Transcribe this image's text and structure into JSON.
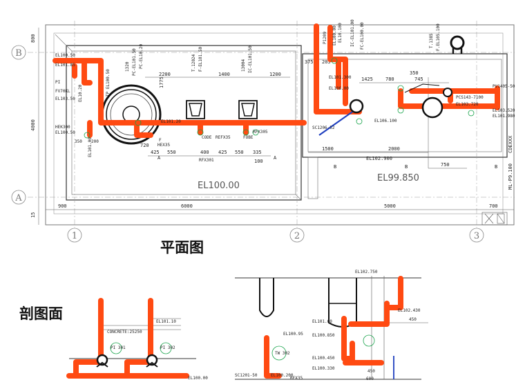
{
  "plan": {
    "title": "平面图",
    "floor_left": "EL100.00",
    "floor_right": "EL99.850",
    "axis_rows": [
      "B",
      "A"
    ],
    "axis_cols": [
      "1",
      "2",
      "3"
    ],
    "dims_bottom": [
      "900",
      "6000",
      "5000",
      "700"
    ],
    "dims_left": [
      "800",
      "4000",
      "15"
    ],
    "dims_top": [
      "2200",
      "1400",
      "1200",
      "375",
      "205",
      "1425",
      "780",
      "350",
      "745"
    ],
    "dims_inner": [
      "1775",
      "425",
      "550",
      "400",
      "425",
      "550",
      "335",
      "100",
      "720",
      "1500",
      "2000",
      "750"
    ],
    "labels": [
      "EL100.50",
      "EL101.85",
      "PI",
      "FV70KL",
      "EL103.50",
      "HEK300",
      "EL100.50",
      "350",
      "200",
      "EL101.20",
      "EL101.300",
      "EL106.00",
      "EL106.100",
      "EL102.900",
      "PCS143-7100",
      "EL103.720",
      "PV1405-50",
      "EL101.980",
      "EL103.520",
      "SC1206-52",
      "RFX305",
      "RFX301",
      "CODE",
      "REFX35",
      "FOBE",
      "F",
      "HEX35",
      "ML-P9.100",
      "CDEXXX",
      "A",
      "B",
      "B",
      "B"
    ],
    "vert_labels": [
      "EL10.20",
      "TP EL100.50",
      "EL101.00",
      "PC-EL101.50",
      "1320",
      "PC-EL10.20",
      "T.12024",
      "F-EL101.50",
      "13004",
      "IC-EL101.50",
      "P1209",
      "EL100.00",
      "EL10.100",
      "IC-EL101.00",
      "FC-EL100.00",
      "T.1385",
      "F.EL105.100"
    ]
  },
  "section": {
    "title": "剖图面",
    "left_labels": [
      "EL101.10",
      "CONCRETE:25250",
      "PI\n301",
      "PI\n302",
      "EL100.00"
    ],
    "right_labels": [
      "EL102.750",
      "EL100.95",
      "TW\n302",
      "SC1201-50",
      "EL100.200",
      "RFX35",
      "EL101.60",
      "EL100.850",
      "EL100.450",
      "EL100.330",
      "EL102.430",
      "450",
      "450",
      "600"
    ]
  },
  "colors": {
    "pipe": "#ff4a12",
    "line": "#333333",
    "grid": "#999999",
    "green": "#17a34a",
    "blue": "#1f3fbf"
  }
}
